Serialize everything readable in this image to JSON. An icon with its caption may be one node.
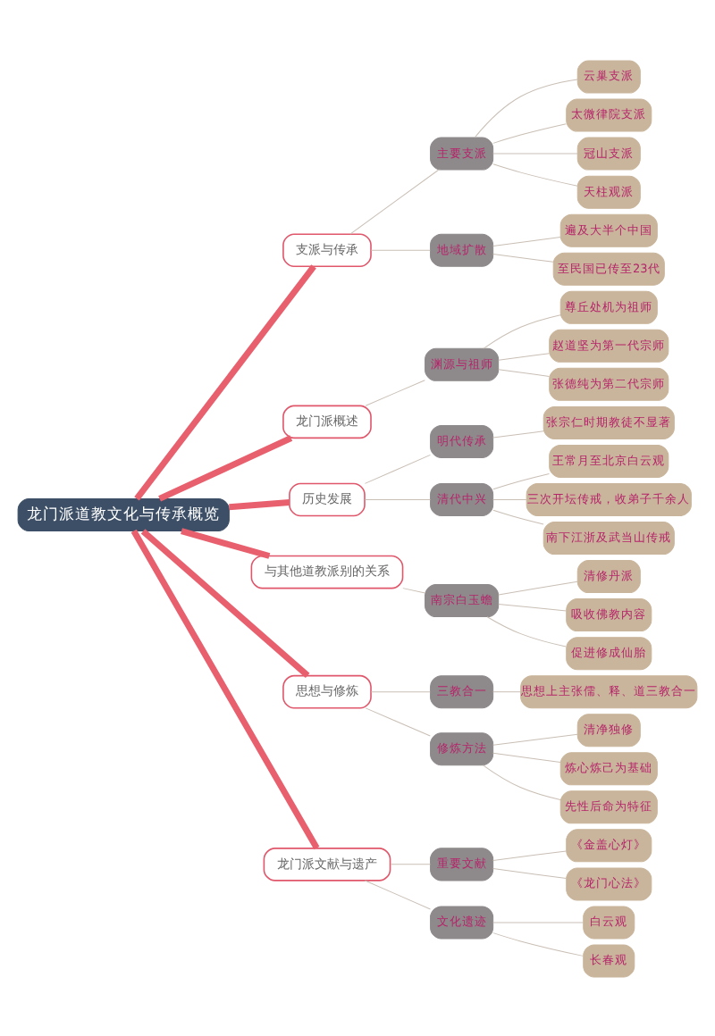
{
  "diagram": {
    "nodes": [
      {
        "text": [
          "龙门派道教文化与传承概览"
        ]
      },
      {
        "text": [
          "支派与传承"
        ]
      },
      {
        "text": [
          "主要支派"
        ]
      },
      {
        "text": [
          "云巢支派"
        ]
      },
      {
        "text": [
          "太微律院支派"
        ]
      },
      {
        "text": [
          "冠山支派"
        ]
      },
      {
        "text": [
          "天柱观派"
        ]
      },
      {
        "text": [
          "地域扩散"
        ]
      },
      {
        "text": [
          "遍及大半个中国"
        ]
      },
      {
        "text": [
          "至民国已传至23代"
        ]
      },
      {
        "text": [
          "龙门派概述"
        ]
      },
      {
        "text": [
          "渊源与祖师"
        ]
      },
      {
        "text": [
          "尊丘处机为祖师"
        ]
      },
      {
        "text": [
          "赵道坚为第一代宗师"
        ]
      },
      {
        "text": [
          "张德纯为第二代宗师"
        ]
      },
      {
        "text": [
          "历史发展"
        ]
      },
      {
        "text": [
          "明代传承"
        ]
      },
      {
        "text": [
          "张宗仁时期教徒不显著"
        ]
      },
      {
        "text": [
          "清代中兴"
        ]
      },
      {
        "text": [
          "王常月至北京白云观"
        ]
      },
      {
        "text": [
          "三次开坛传戒，收弟子千余人"
        ]
      },
      {
        "text": [
          "南下江浙及武当山传戒"
        ]
      },
      {
        "text": [
          "与其他道教派别的关系"
        ]
      },
      {
        "text": [
          "南宗白玉蟾"
        ]
      },
      {
        "text": [
          "清修丹派"
        ]
      },
      {
        "text": [
          "吸收佛教内容"
        ]
      },
      {
        "text": [
          "促进修成仙胎"
        ]
      },
      {
        "text": [
          "思想与修炼"
        ]
      },
      {
        "text": [
          "三教合一"
        ]
      },
      {
        "text": [
          "思想上主张儒、释、道三教合一"
        ]
      },
      {
        "text": [
          "修炼方法"
        ]
      },
      {
        "text": [
          "清净独修"
        ]
      },
      {
        "text": [
          "炼心炼己为基础"
        ]
      },
      {
        "text": [
          "先性后命为特征"
        ]
      },
      {
        "text": [
          "龙门派文献与遗产"
        ]
      },
      {
        "text": [
          "重要文献"
        ]
      },
      {
        "text": [
          "《金盖心灯》"
        ]
      },
      {
        "text": [
          "《龙门心法》"
        ]
      },
      {
        "text": [
          "文化遗迹"
        ]
      },
      {
        "text": [
          "白云观"
        ]
      },
      {
        "text": [
          "长春观"
        ]
      }
    ],
    "edges": [
      {
        "from": 0,
        "to": 1,
        "arrow": "none",
        "style": "thick",
        "color": "#e8606e"
      },
      {
        "from": 1,
        "to": 2,
        "arrow": "none"
      },
      {
        "from": 2,
        "to": 3,
        "arrow": "none"
      },
      {
        "from": 2,
        "to": 4,
        "arrow": "none"
      },
      {
        "from": 2,
        "to": 5,
        "arrow": "none"
      },
      {
        "from": 2,
        "to": 6,
        "arrow": "none"
      },
      {
        "from": 1,
        "to": 7,
        "arrow": "none"
      },
      {
        "from": 7,
        "to": 8,
        "arrow": "none"
      },
      {
        "from": 7,
        "to": 9,
        "arrow": "none"
      },
      {
        "from": 0,
        "to": 10,
        "arrow": "none",
        "style": "thick",
        "color": "#e8606e"
      },
      {
        "from": 10,
        "to": 11,
        "arrow": "none"
      },
      {
        "from": 11,
        "to": 12,
        "arrow": "none"
      },
      {
        "from": 11,
        "to": 13,
        "arrow": "none"
      },
      {
        "from": 11,
        "to": 14,
        "arrow": "none"
      },
      {
        "from": 0,
        "to": 15,
        "arrow": "none",
        "style": "thick",
        "color": "#e8606e"
      },
      {
        "from": 15,
        "to": 16,
        "arrow": "none"
      },
      {
        "from": 16,
        "to": 17,
        "arrow": "none"
      },
      {
        "from": 15,
        "to": 18,
        "arrow": "none"
      },
      {
        "from": 18,
        "to": 19,
        "arrow": "none"
      },
      {
        "from": 18,
        "to": 20,
        "arrow": "none"
      },
      {
        "from": 18,
        "to": 21,
        "arrow": "none"
      },
      {
        "from": 0,
        "to": 22,
        "arrow": "none",
        "style": "thick",
        "color": "#e8606e"
      },
      {
        "from": 22,
        "to": 23,
        "arrow": "none"
      },
      {
        "from": 23,
        "to": 24,
        "arrow": "none"
      },
      {
        "from": 23,
        "to": 25,
        "arrow": "none"
      },
      {
        "from": 23,
        "to": 26,
        "arrow": "none"
      },
      {
        "from": 0,
        "to": 27,
        "arrow": "none",
        "style": "thick",
        "color": "#e8606e"
      },
      {
        "from": 27,
        "to": 28,
        "arrow": "none"
      },
      {
        "from": 28,
        "to": 29,
        "arrow": "none"
      },
      {
        "from": 27,
        "to": 30,
        "arrow": "none"
      },
      {
        "from": 30,
        "to": 31,
        "arrow": "none"
      },
      {
        "from": 30,
        "to": 32,
        "arrow": "none"
      },
      {
        "from": 30,
        "to": 33,
        "arrow": "none"
      },
      {
        "from": 0,
        "to": 34,
        "arrow": "none",
        "style": "thick",
        "color": "#e8606e"
      },
      {
        "from": 34,
        "to": 35,
        "arrow": "none"
      },
      {
        "from": 35,
        "to": 36,
        "arrow": "none"
      },
      {
        "from": 35,
        "to": 37,
        "arrow": "none"
      },
      {
        "from": 34,
        "to": 38,
        "arrow": "none"
      },
      {
        "from": 38,
        "to": 39,
        "arrow": "none"
      },
      {
        "from": 38,
        "to": 40,
        "arrow": "none"
      }
    ]
  }
}
